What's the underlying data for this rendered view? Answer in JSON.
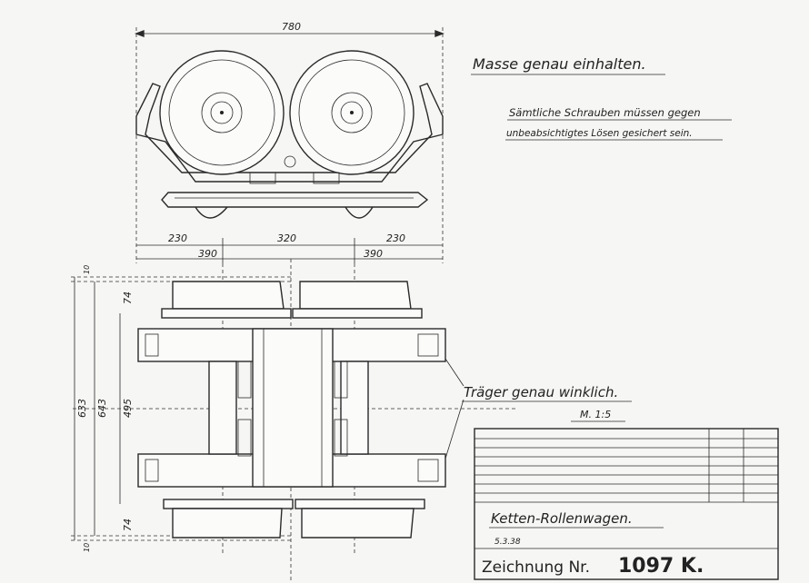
{
  "dimensions": {
    "overall_width": "780",
    "left_span": "230",
    "center_span": "320",
    "right_span": "230",
    "left_axle": "390",
    "right_axle": "390",
    "total_height": "633",
    "inner_height": "643",
    "middle_height": "495",
    "top_offset": "74",
    "bottom_offset": "74",
    "top_small": "10",
    "bottom_small": "10"
  },
  "notes": {
    "keep_dimensions": "Masse genau einhalten.",
    "screws_line1": "Sämtliche Schrauben müssen gegen",
    "screws_line2": "unbeabsichtigtes Lösen gesichert sein.",
    "beam_note": "Träger genau winklich."
  },
  "title_block": {
    "scale": "M. 1:5",
    "part_name": "Ketten-Rollenwagen.",
    "signature_date": "5.3.38",
    "drawing_label": "Zeichnung Nr.",
    "drawing_number": "1097 K."
  }
}
